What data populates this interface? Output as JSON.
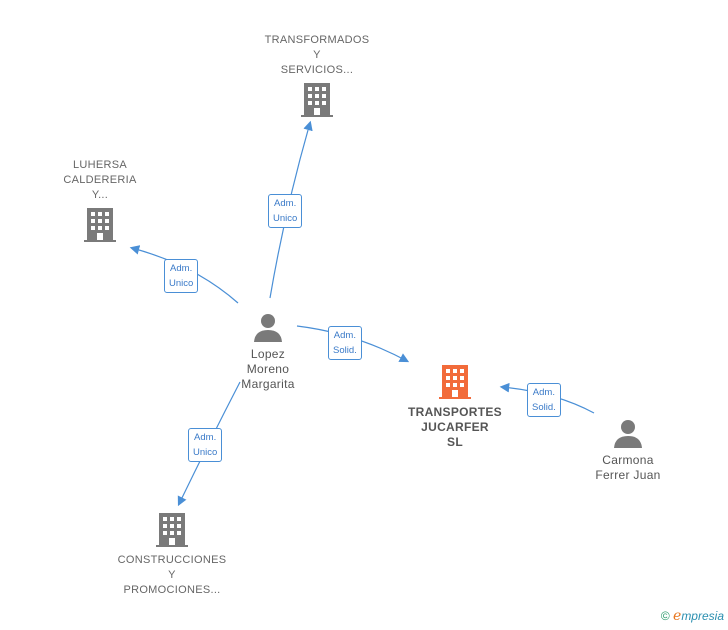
{
  "nodes": {
    "transformados": {
      "label": "TRANSFORMADOS\nY\nSERVICIOS..."
    },
    "luhersa": {
      "label": "LUHERSA\nCALDERERIA\nY..."
    },
    "lopez": {
      "label": "Lopez\nMoreno\nMargarita"
    },
    "transportes": {
      "label": "TRANSPORTES\nJUCARFER\nSL"
    },
    "carmona": {
      "label": "Carmona\nFerrer Juan"
    },
    "construcciones": {
      "label": "CONSTRUCCIONES\nY\nPROMOCIONES..."
    }
  },
  "edges": {
    "to_transformados": "Adm.\nUnico",
    "to_luhersa": "Adm.\nUnico",
    "to_transportes": "Adm.\nSolid.",
    "carmona_to_transportes": "Adm.\nSolid.",
    "to_construcciones": "Adm.\nUnico"
  },
  "colors": {
    "edge": "#4a8fd6",
    "building": "#7a7a7a",
    "building_main": "#f26b3a",
    "person": "#7a7a7a"
  },
  "footer": {
    "copyright": "©",
    "brand_e": "e",
    "brand_rest": "mpresia"
  }
}
